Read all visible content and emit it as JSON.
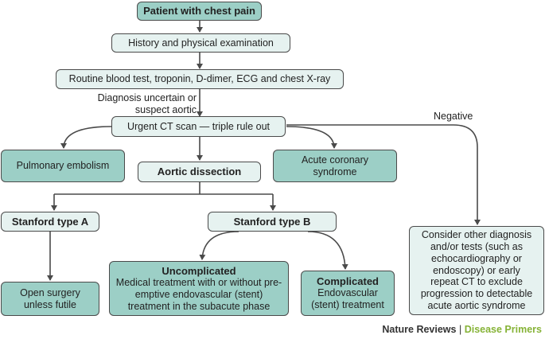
{
  "nodes": {
    "patient": "Patient with chest pain",
    "history": "History and physical examination",
    "routine": "Routine blood test, troponin, D-dimer, ECG and chest X-ray",
    "ct": "Urgent CT scan — triple rule out",
    "pulmonary": "Pulmonary embolism",
    "aortic": "Aortic dissection",
    "acs": "Acute coronary syndrome",
    "stanford_a": "Stanford type A",
    "stanford_b": "Stanford type B",
    "open_surgery": "Open surgery unless futile",
    "uncomplicated_title": "Uncomplicated",
    "uncomplicated_body": "Medical treatment with or without pre-emptive endovascular (stent) treatment in the subacute phase",
    "complicated_title": "Complicated",
    "complicated_body": "Endovascular (stent) treatment",
    "consider": "Consider other diagnosis and/or tests (such as echocardiography or endoscopy) or early repeat CT to exclude progression to detectable acute aortic syndrome"
  },
  "edge_labels": {
    "uncertain": "Diagnosis uncertain or suspect aortic dissection",
    "negative": "Negative"
  },
  "footer": {
    "journal": "Nature Reviews",
    "separator": "|",
    "series": "Disease Primers"
  },
  "colors": {
    "light_fill": "#e6f2f0",
    "dark_fill": "#9ccfc6",
    "stroke": "#4a4a4a",
    "footer_accent": "#86b337"
  }
}
